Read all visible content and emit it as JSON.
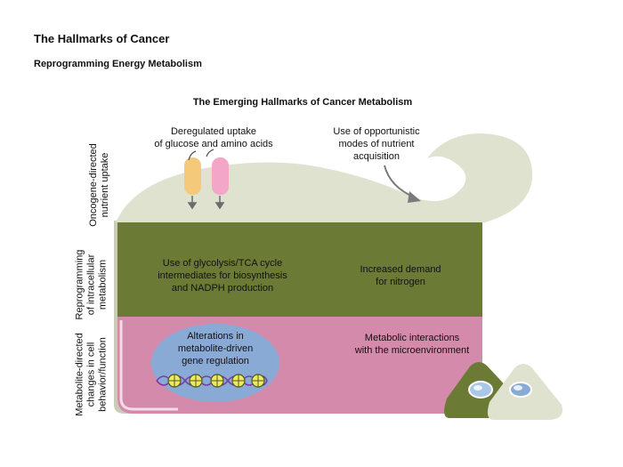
{
  "header": {
    "title": "The Hallmarks of Cancer",
    "subtitle": "Reprogramming Energy Metabolism"
  },
  "figure": {
    "title": "The Emerging Hallmarks of Cancer Metabolism",
    "side_labels": {
      "uptake": [
        "Oncogene-directed",
        "nutrient uptake"
      ],
      "intracellular": [
        "Reprogramming",
        "of intracellular",
        "metabolism"
      ],
      "behavior": [
        "Metabolite-directed",
        "changes in cell",
        "behavior/function"
      ]
    },
    "top_layer": {
      "glucose_amino": [
        "Deregulated uptake",
        "of glucose and amino acids"
      ],
      "opportunistic": [
        "Use of opportunistic",
        "modes of nutrient",
        "acquisition"
      ]
    },
    "middle_layer": {
      "glycolysis": [
        "Use of glycolysis/TCA cycle",
        "intermediates for biosynthesis",
        "and NADPH production"
      ],
      "nitrogen": [
        "Increased demand",
        "for nitrogen"
      ]
    },
    "bottom_layer": {
      "gene_regulation": [
        "Alterations in",
        "metabolite-driven",
        "gene regulation"
      ],
      "microenvironment": [
        "Metabolic interactions",
        "with the microenvironment"
      ]
    },
    "colors": {
      "top_layer": "#dfe2cf",
      "middle_layer": "#6b7a35",
      "bottom_layer": "#d48aaa",
      "nucleus": "#8aaad6",
      "transporter_orange": "#f5c97a",
      "transporter_pink": "#f3a6c8"
    }
  }
}
